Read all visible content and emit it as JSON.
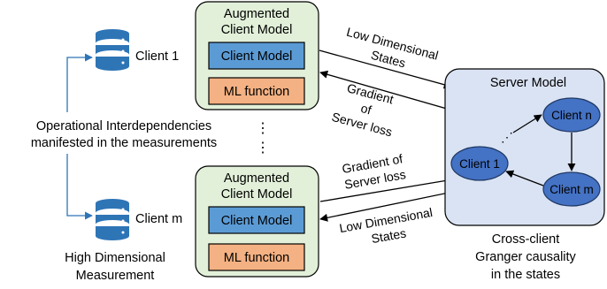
{
  "clients": {
    "client_1_label": "Client 1",
    "client_m_label": "Client m",
    "interdependency_line1": "Operational Interdependencies",
    "interdependency_line2": "manifested in the measurements",
    "high_dim_line1": "High Dimensional",
    "high_dim_line2": "Measurement"
  },
  "augmented_top": {
    "title_line1": "Augmented",
    "title_line2": "Client Model",
    "client_model_label": "Client Model",
    "ml_function_label": "ML function"
  },
  "augmented_bottom": {
    "title_line1": "Augmented",
    "title_line2": "Client Model",
    "client_model_label": "Client Model",
    "ml_function_label": "ML function"
  },
  "ellipsis": {
    "dot": "⋮"
  },
  "arrows": {
    "top_forward_line1": "Low Dimensional",
    "top_forward_line2": "States",
    "top_back_line1": "Gradient",
    "top_back_line2": "of",
    "top_back_line3": "Server loss",
    "bottom_back_line1": "Gradient of",
    "bottom_back_line2": "Server loss",
    "bottom_forward_line1": "Low Dimensional",
    "bottom_forward_line2": "States"
  },
  "server": {
    "title": "Server Model",
    "node_client1": "Client 1",
    "node_clientn": "Client n",
    "node_clientm": "Client m",
    "ellipsis": "⋰"
  },
  "caption": {
    "line1": "Cross-client",
    "line2": "Granger causality",
    "line3": "in the states"
  },
  "colors": {
    "augmented_fill": "#E2F0D9",
    "client_model_fill": "#5B9BD5",
    "ml_function_fill": "#F4B183",
    "server_fill": "#DAE3F3",
    "node_fill": "#4472C4",
    "database": "#2E75B6",
    "link_blue": "#2E75B6"
  }
}
